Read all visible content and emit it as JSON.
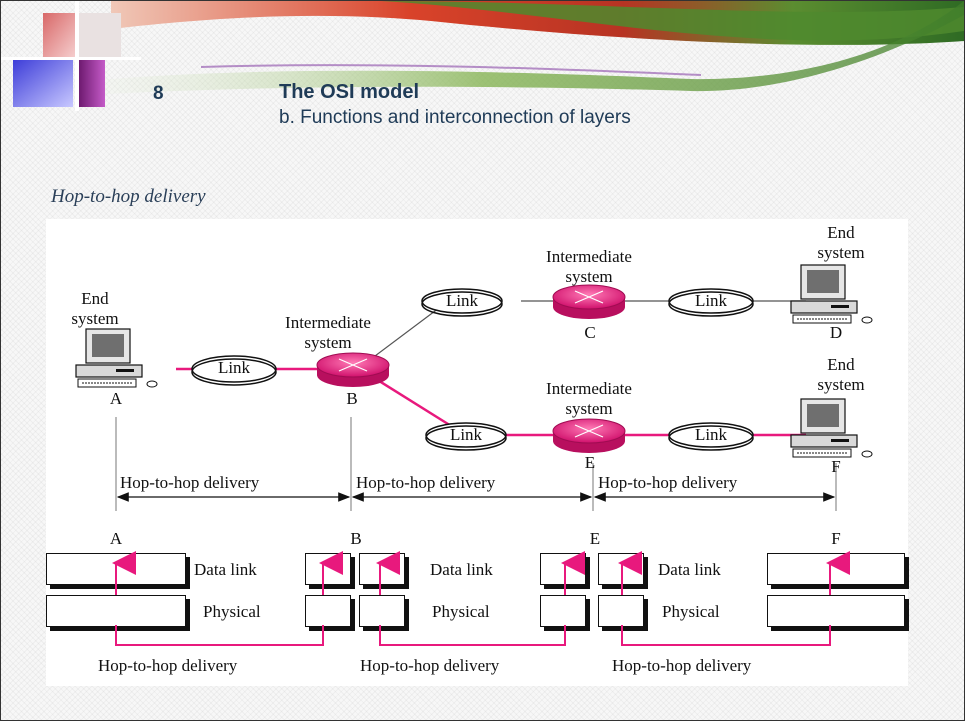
{
  "slide": {
    "number": "8",
    "title": "The OSI model",
    "subtitle": "b. Functions and interconnection of layers"
  },
  "figure": {
    "caption": "Hop-to-hop delivery",
    "nodes": {
      "A": {
        "role_line1": "End",
        "role_line2": "system",
        "label": "A"
      },
      "B": {
        "role_line1": "Intermediate",
        "role_line2": "system",
        "label": "B"
      },
      "C": {
        "role_line1": "Intermediate",
        "role_line2": "system",
        "label": "C"
      },
      "D": {
        "role_line1": "End",
        "role_line2": "system",
        "label": "D"
      },
      "E": {
        "role_line1": "Intermediate",
        "role_line2": "system",
        "label": "E"
      },
      "F": {
        "role_line1": "End",
        "role_line2": "system",
        "label": "F"
      }
    },
    "link_label": "Link",
    "delivery_label": "Hop-to-hop delivery",
    "layer_stack": {
      "stations": [
        "A",
        "B",
        "E",
        "F"
      ],
      "data_link": "Data link",
      "physical": "Physical"
    },
    "colors": {
      "accent": "#e8197d",
      "router": "#e8197d",
      "ink": "#111111",
      "title": "#1f3b57"
    }
  }
}
